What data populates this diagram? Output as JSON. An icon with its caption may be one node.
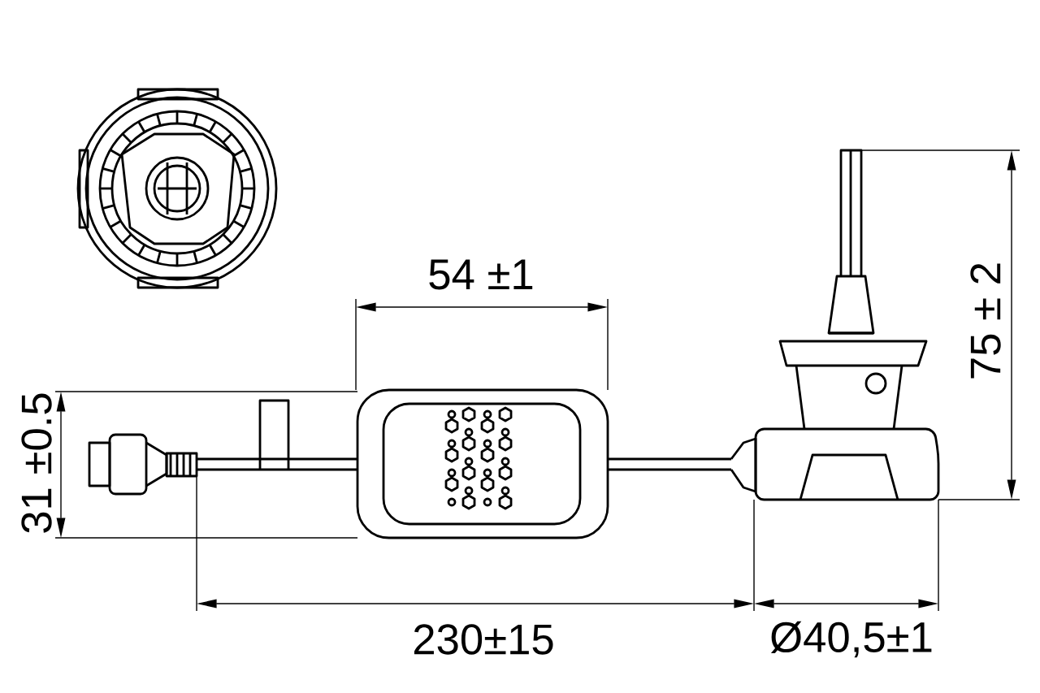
{
  "diagram": {
    "labels": [
      "54 ±1",
      "75 ± 2",
      "31 ±0.5",
      "230±15",
      "Ø40,5±1"
    ]
  }
}
